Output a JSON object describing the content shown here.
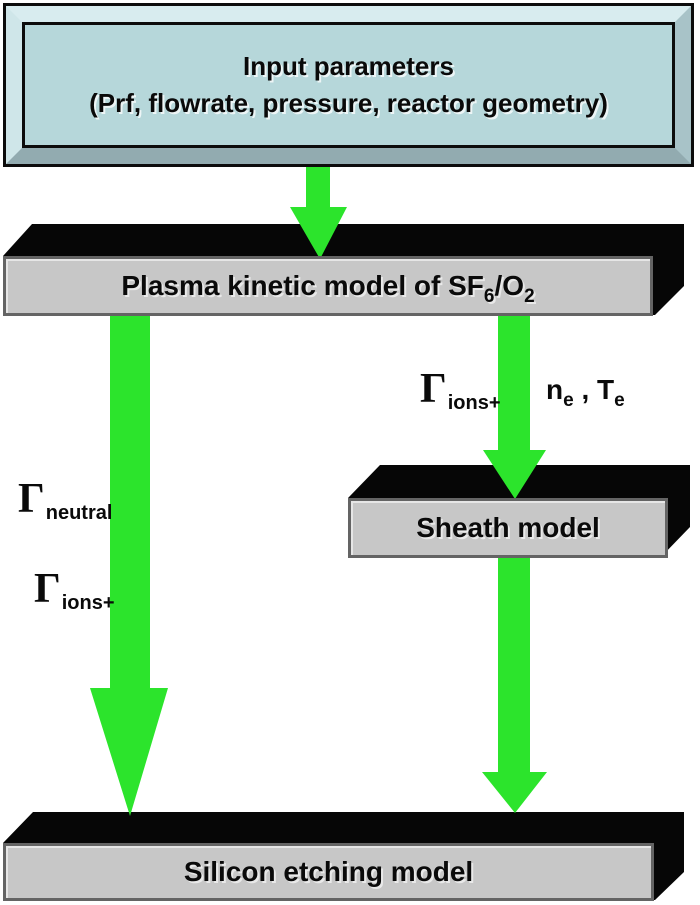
{
  "title_box": {
    "line1": "Input parameters",
    "line2": "(Prf, flowrate, pressure, reactor geometry)"
  },
  "plasma_box": {
    "prefix": "Plasma kinetic model of SF",
    "sub1": "6",
    "mid": "/O",
    "sub2": "2"
  },
  "sheath_box": {
    "label": "Sheath model"
  },
  "etching_box": {
    "label": "Silicon etching model"
  },
  "labels": {
    "neutral_flux": {
      "symbol": "Γ",
      "subscript": "neutral"
    },
    "ion_flux_left": {
      "symbol": "Γ",
      "subscript": "ions+"
    },
    "ion_flux_right": {
      "symbol": "Γ",
      "subscript": "ions+"
    },
    "electron_params": {
      "n": "n",
      "n_sub": "e",
      "comma": " , ",
      "t": "T",
      "t_sub": "e"
    }
  },
  "colors": {
    "arrow_green": "#2ce42c",
    "box_black": "#060606",
    "box_face_gray": "#c7c7c7",
    "panel_blue": "#b6d7da"
  }
}
